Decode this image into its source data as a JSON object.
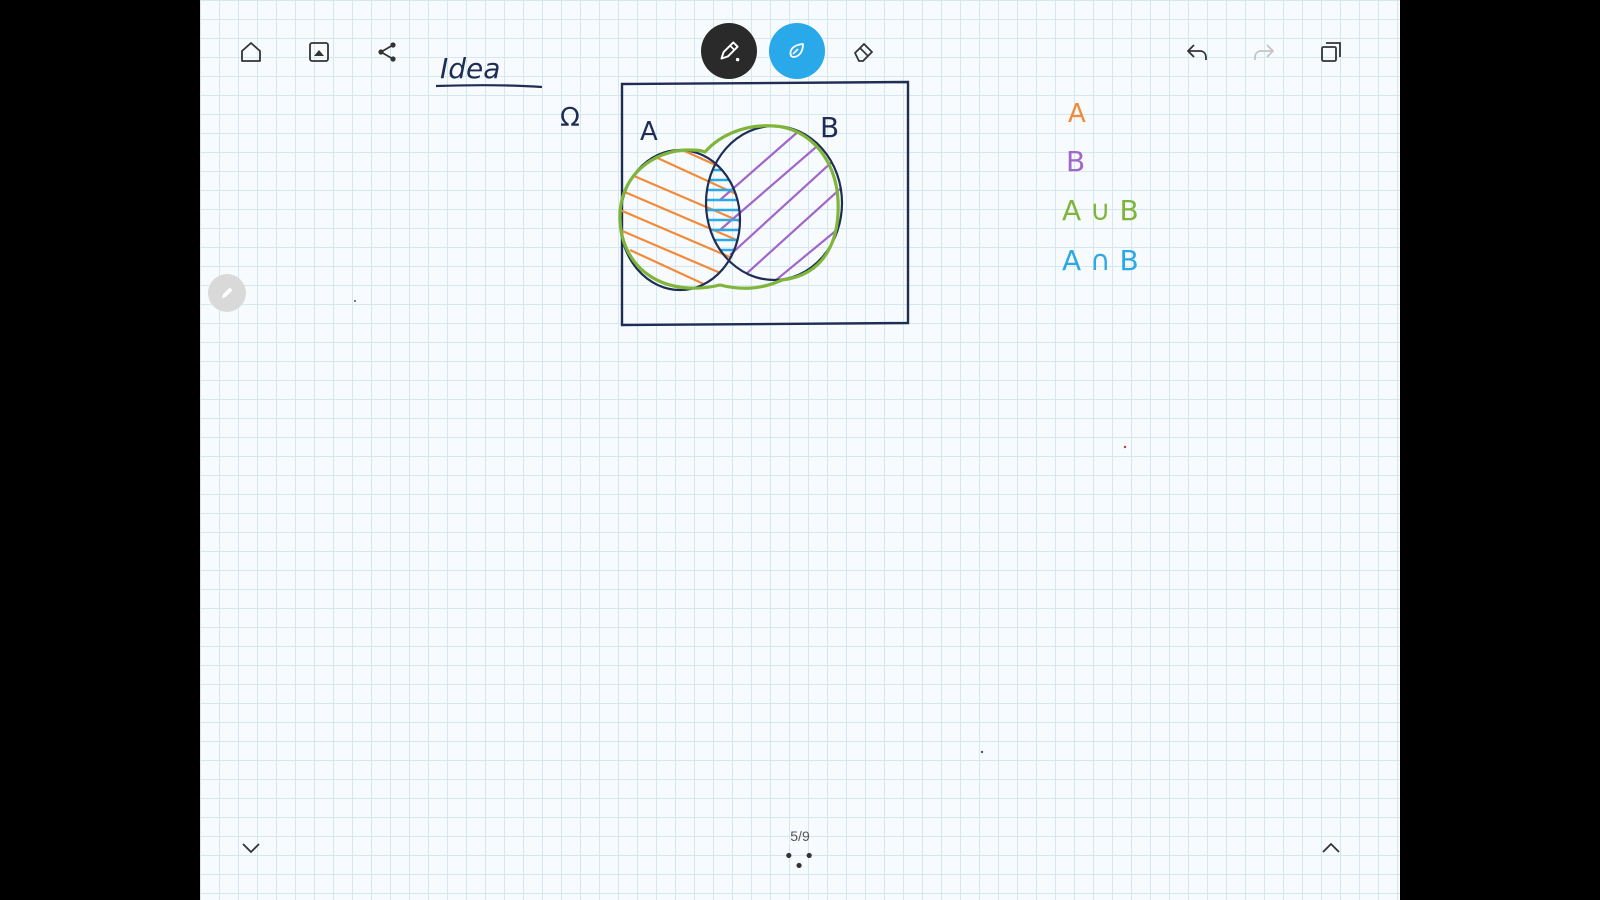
{
  "toolbar": {
    "left": [
      "home-icon",
      "image-icon",
      "share-icon"
    ],
    "tools": [
      "pen-icon",
      "highlighter-icon",
      "eraser-icon"
    ],
    "right": [
      "undo-icon",
      "redo-icon",
      "fullscreen-icon"
    ]
  },
  "colors": {
    "ink_dark": "#1f2d55",
    "orange": "#f28a3a",
    "purple": "#a166c9",
    "green": "#7fb53a",
    "blue": "#2ba8e6",
    "active_tool_dark": "#2a2a2a",
    "active_tool_blue": "#29a8ea"
  },
  "canvas": {
    "heading": "Idea",
    "omega": "Ω",
    "set_a": "A",
    "set_b": "B",
    "legend": [
      {
        "text": "A",
        "color": "#f28a3a"
      },
      {
        "text": "B",
        "color": "#a166c9"
      },
      {
        "text": "A ∪ B",
        "color": "#7fb53a"
      },
      {
        "text": "A ∩ B",
        "color": "#2ba8e6"
      }
    ]
  },
  "footer": {
    "page_indicator": "5/9",
    "more": "• • •"
  }
}
